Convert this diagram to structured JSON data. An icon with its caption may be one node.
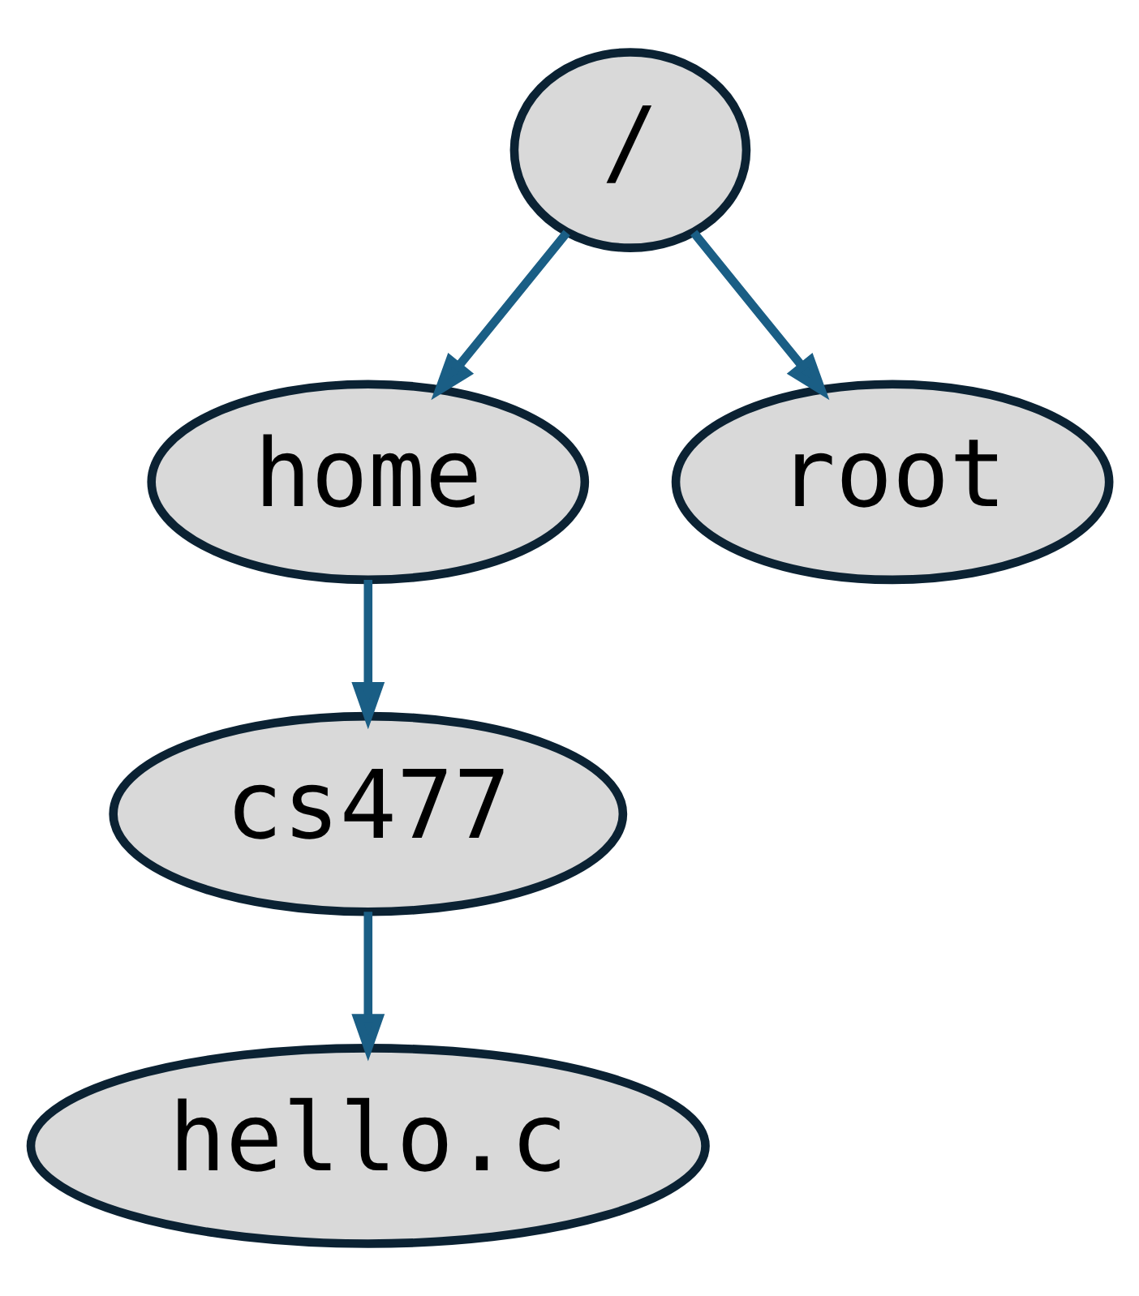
{
  "diagram": {
    "nodes": [
      {
        "text": [
          "/"
        ]
      },
      {
        "text": [
          "home"
        ]
      },
      {
        "text": [
          "root"
        ]
      },
      {
        "text": [
          "cs477"
        ]
      },
      {
        "text": [
          "hello.c"
        ]
      }
    ],
    "edges": [
      {
        "from": 0,
        "to": 1,
        "arrow": "to"
      },
      {
        "from": 0,
        "to": 2,
        "arrow": "to"
      },
      {
        "from": 1,
        "to": 3,
        "arrow": "to"
      },
      {
        "from": 3,
        "to": 4,
        "arrow": "to"
      }
    ]
  }
}
